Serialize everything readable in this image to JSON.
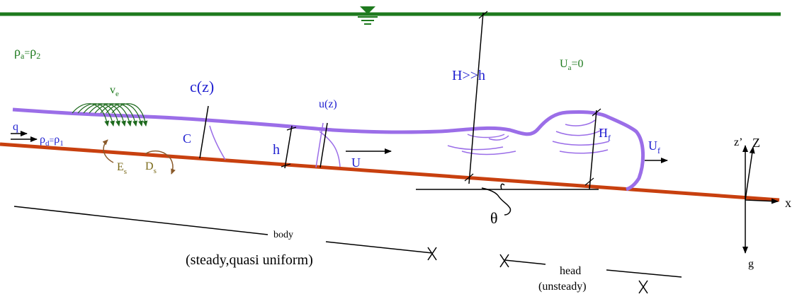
{
  "labels": {
    "rho_a": "ρ",
    "rho_a_sub": "a",
    "rho_2": "ρ",
    "rho_2_sub": "2",
    "equals": "=",
    "v_e": "v",
    "v_e_sub": "e",
    "c_z": "c(z)",
    "u_z": "u(z)",
    "C": "C",
    "h": "h",
    "q": "q",
    "rho_d": "ρ",
    "rho_d_sub": "d",
    "rho_1": "ρ",
    "rho_1_sub": "1",
    "E": "E",
    "E_sub": "s",
    "D": "D",
    "D_sub": "s",
    "U": "U",
    "H_h": "H>>h",
    "U_a": "U",
    "U_a_sub": "a",
    "U_a_val": "=0",
    "H_f": "H",
    "H_f_sub": "f",
    "U_f": "U",
    "U_f_sub": "f",
    "z_prime": "z’",
    "z": "Z",
    "x": "x",
    "g": "g",
    "theta": "θ",
    "body": "body",
    "body_desc": "(steady,quasi uniform)",
    "head": "head",
    "head_desc": "(unsteady)"
  },
  "colors": {
    "water_surface": "#1e7a1e",
    "bed": "#c8400f",
    "current_outline": "#9b6ee8",
    "text_blue": "#1f1fd0",
    "text_green": "#1e7a1e",
    "text_olive": "#7a6a1a",
    "entrainment_arrows": "#1e6a1e",
    "erosion_arrows": "#8a5a2a"
  }
}
